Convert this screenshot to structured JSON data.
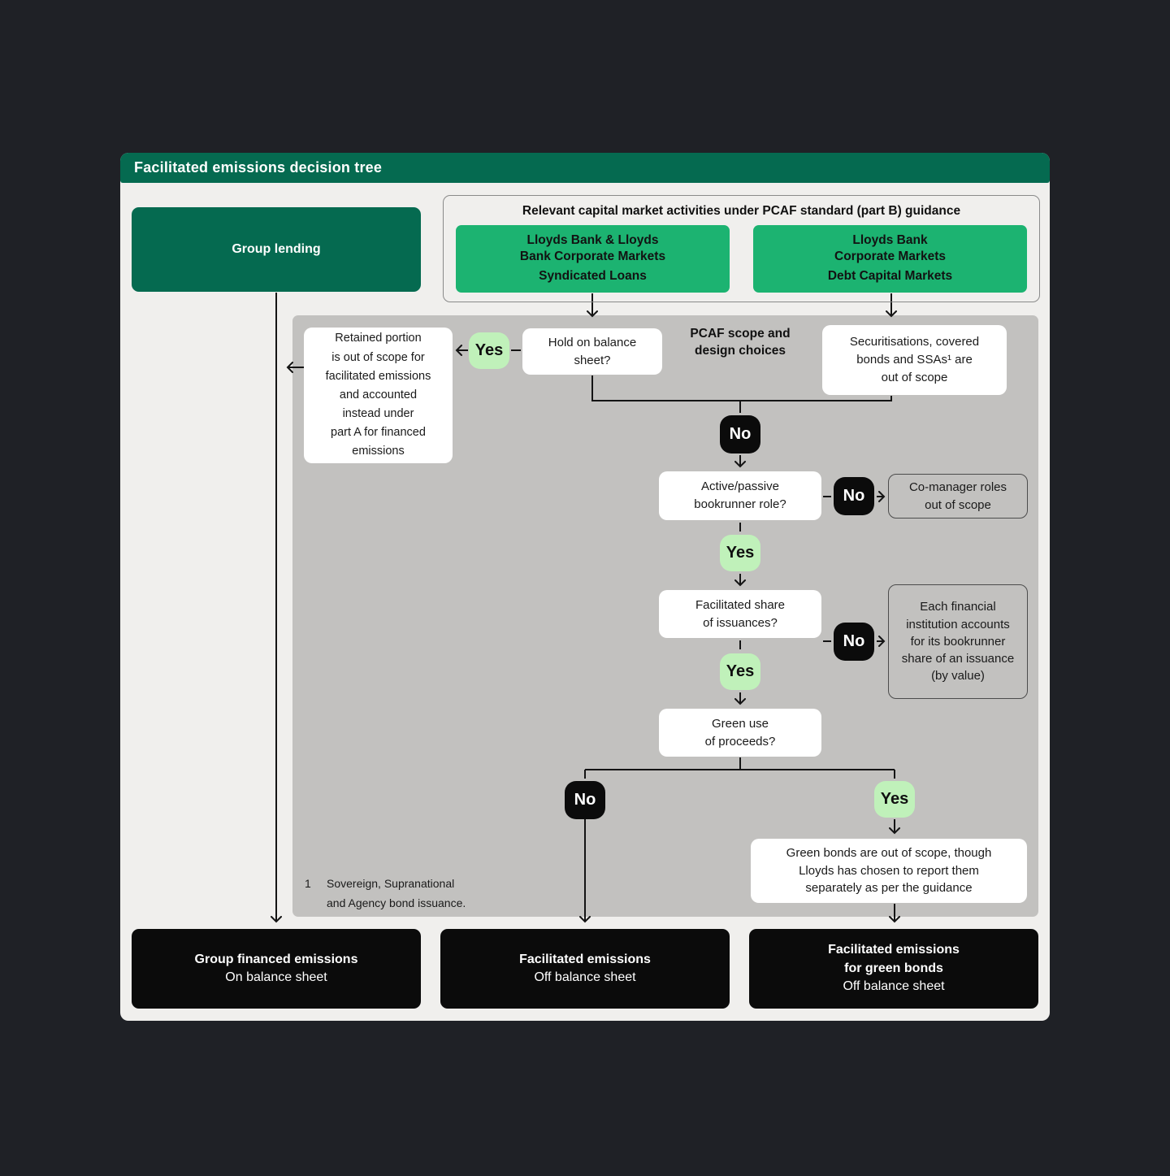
{
  "title": "Facilitated emissions decision tree",
  "colors": {
    "page_bg": "#1f2126",
    "panel_bg": "#f0efed",
    "header_green": "#056a50",
    "bright_green": "#1cb371",
    "yes_badge_green": "#c0f1ba",
    "no_badge_black": "#0b0b0b",
    "tree_panel_gray": "#c2c1bf"
  },
  "group_lending_label": "Group lending",
  "capital_markets": {
    "title": "Relevant capital market activities under PCAF standard (part B) guidance",
    "boxes": [
      {
        "org": "Lloyds Bank & Lloyds\nBank Corporate Markets",
        "activity": "Syndicated Loans"
      },
      {
        "org": "Lloyds Bank\nCorporate Markets",
        "activity": "Debt Capital Markets"
      }
    ]
  },
  "tree": {
    "section_label": "PCAF scope and\ndesign choices",
    "labels": {
      "yes": "Yes",
      "no": "No"
    },
    "questions": {
      "hold": "Hold on balance\nsheet?",
      "bookrunner": "Active/passive\nbookrunner role?",
      "share": "Facilitated share\nof issuances?",
      "green_use": "Green use\nof proceeds?"
    },
    "notes": {
      "retained": "Retained portion\nis out of scope for\nfacilitated emissions\nand accounted\ninstead under\npart A for financed\nemissions",
      "securitisations": "Securitisations, covered\nbonds and SSAs¹ are\nout of scope",
      "co_manager": "Co-manager roles\nout of scope",
      "each_fi": "Each financial\ninstitution accounts\nfor its bookrunner\nshare of an issuance\n(by value)",
      "green_bonds": "Green bonds are out of scope, though\nLloyds has chosen to report them\nseparately as per the guidance"
    }
  },
  "footnote": {
    "marker": "1",
    "text": "Sovereign, Supranational\nand Agency bond issuance."
  },
  "outcomes": [
    {
      "title": "Group financed emissions",
      "subtitle": "On balance sheet"
    },
    {
      "title": "Facilitated emissions",
      "subtitle": "Off balance sheet"
    },
    {
      "title": "Facilitated emissions\nfor green bonds",
      "subtitle": "Off balance sheet"
    }
  ]
}
